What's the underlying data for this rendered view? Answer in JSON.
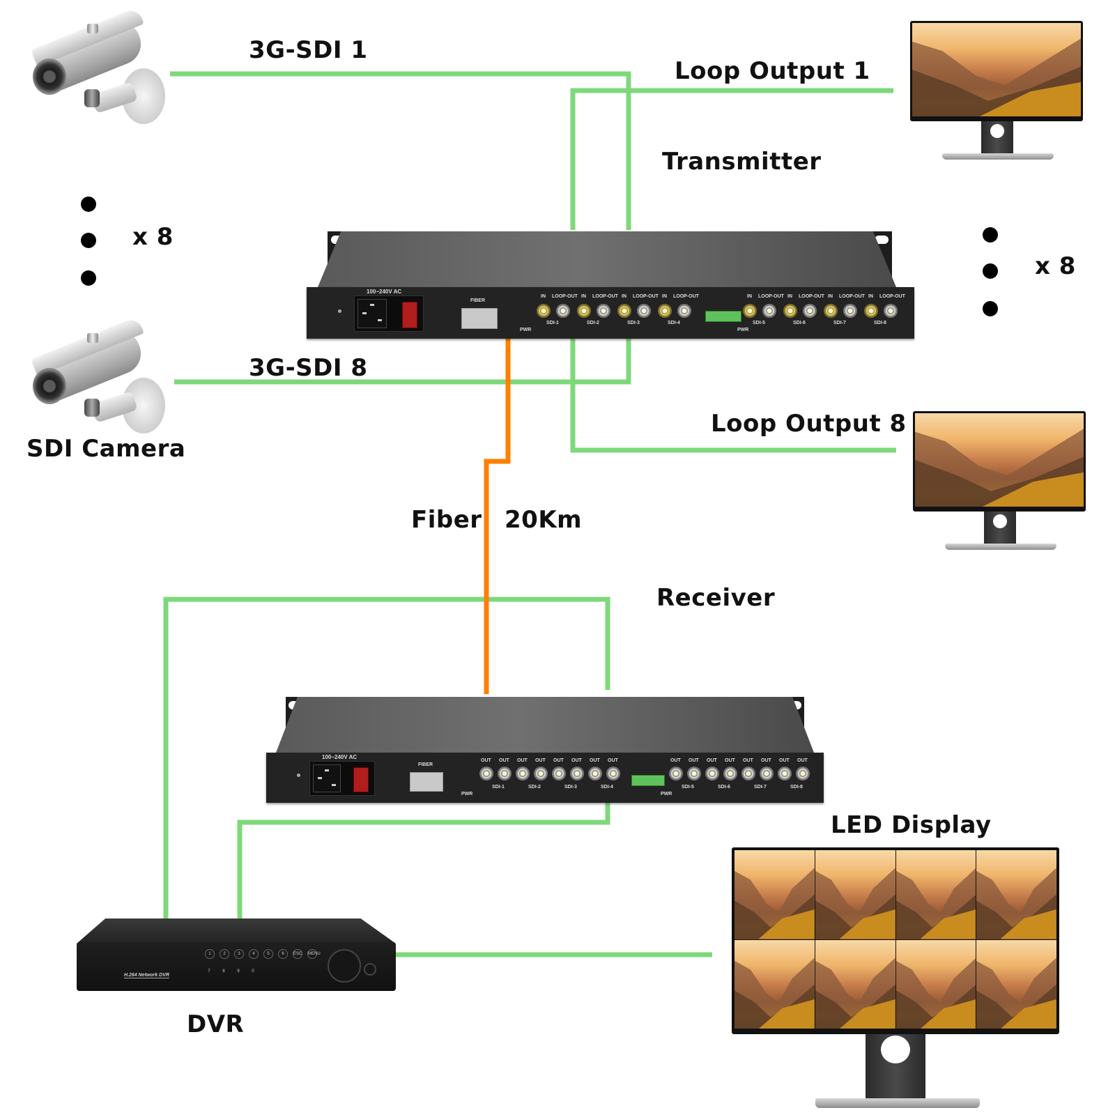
{
  "colors": {
    "sdi_line": "#7ed87a",
    "fiber_line": "#ff7f00",
    "text": "#111111"
  },
  "labels": {
    "sdi_1": "3G-SDI 1",
    "sdi_8": "3G-SDI 8",
    "loop_1": "Loop Output 1",
    "loop_8": "Loop Output 8",
    "transmitter": "Transmitter",
    "receiver": "Receiver",
    "fiber": "Fiber",
    "distance": "20Km",
    "camera": "SDI Camera",
    "dvr": "DVR",
    "led_display": "LED Display",
    "count_left": "x 8",
    "count_right": "x 8"
  },
  "transmitter": {
    "power_label": "100~240V AC",
    "fiber_label": "FIBER",
    "pwr_label": "PWR",
    "port_labels": [
      "IN",
      "LOOP-OUT"
    ],
    "channels": [
      "SDI-1",
      "SDI-2",
      "SDI-3",
      "SDI-4",
      "SDI-5",
      "SDI-6",
      "SDI-7",
      "SDI-8"
    ]
  },
  "receiver": {
    "power_label": "100~240V AC",
    "fiber_label": "FIBER",
    "pwr_label": "PWR",
    "port_label": "OUT",
    "channels": [
      "SDI-1",
      "SDI-2",
      "SDI-3",
      "SDI-4",
      "SDI-5",
      "SDI-6",
      "SDI-7",
      "SDI-8"
    ]
  },
  "dvr": {
    "brand": "H.264 Network DVR",
    "buttons": [
      "1",
      "2",
      "3",
      "4",
      "5",
      "6",
      "ESC",
      "MENU"
    ],
    "buttons_row2": [
      "7",
      "8",
      "9",
      "0"
    ]
  },
  "led_display": {
    "grid_rows": 2,
    "grid_cols": 4
  }
}
